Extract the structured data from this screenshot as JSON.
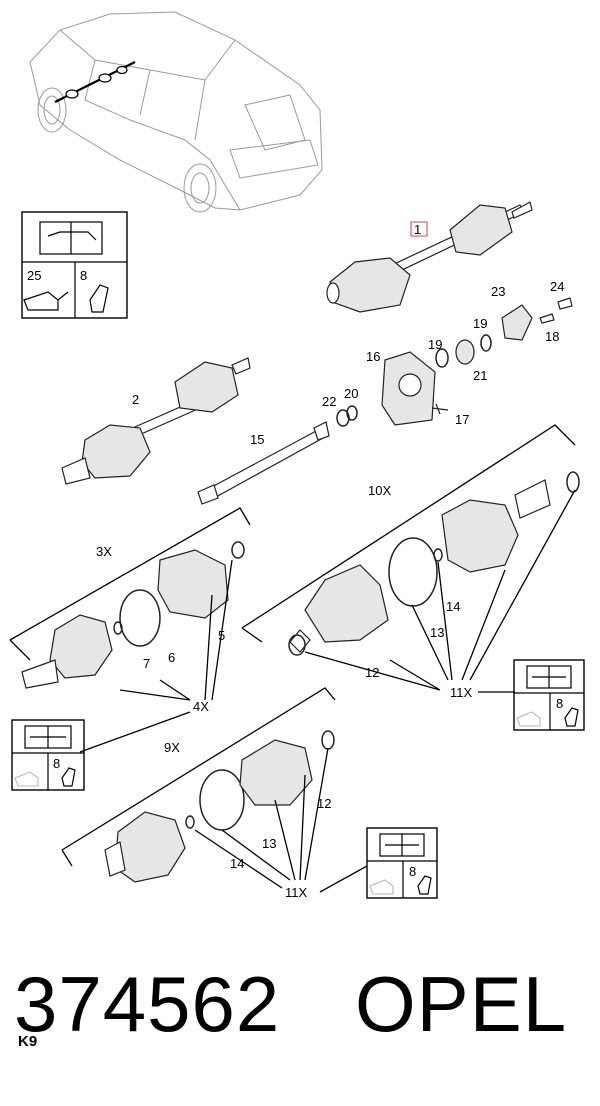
{
  "page_id": "K9",
  "part_number": "374562",
  "brand": "OPEL",
  "callouts": {
    "c1": "1",
    "c2": "2",
    "c3": "3X",
    "c4": "4X",
    "c5": "5",
    "c6": "6",
    "c7": "7",
    "c8": "8",
    "c9": "9X",
    "c10": "10X",
    "c11a": "11X",
    "c11b": "11X",
    "c12a": "12",
    "c12b": "12",
    "c13a": "13",
    "c13b": "13",
    "c14a": "14",
    "c14b": "14",
    "c15": "15",
    "c16": "16",
    "c17": "17",
    "c18": "18",
    "c19a": "19",
    "c19b": "19",
    "c20": "20",
    "c21": "21",
    "c22": "22",
    "c23": "23",
    "c24": "24",
    "c25": "25"
  },
  "manual_icons": [
    {
      "name": "manual-icon-top",
      "grease_count": "25",
      "lube_count": "8"
    },
    {
      "name": "manual-icon-kit-10x",
      "lube_count": "8"
    },
    {
      "name": "manual-icon-kit-3x",
      "lube_count": "8"
    },
    {
      "name": "manual-icon-kit-9x",
      "lube_count": "8"
    }
  ],
  "colors": {
    "highlight_box": "#d04040",
    "line": "#000000",
    "car_outline": "#9a9a9a"
  }
}
